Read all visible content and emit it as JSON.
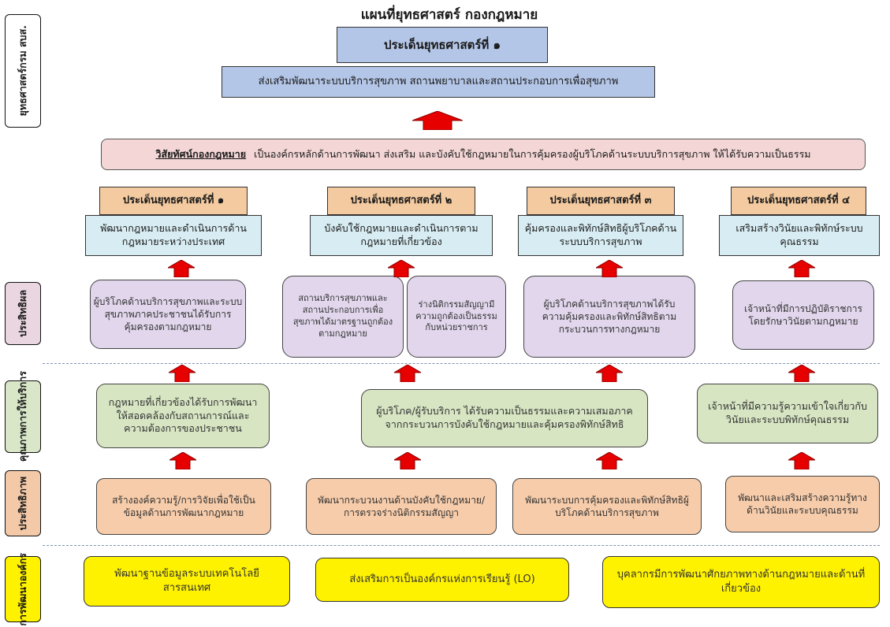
{
  "title": "แผนที่ยุทธศาสตร์ กองกฎหมาย",
  "side_labels": {
    "strategy": "ยุทธศาสตร์กรม สบส.",
    "effectiveness": "ประสิทธิผล",
    "service_quality": "คุณภาพการให้บริการ",
    "efficiency": "ประสิทธิภาพ",
    "org_development": "การพัฒนาองค์กร"
  },
  "department": {
    "issue_label": "ประเด็นยุทธศาสตร์ที่ ๑",
    "issue_text": "ส่งเสริมพัฒนาระบบบริการสุขภาพ สถานพยาบาลและสถานประกอบการเพื่อสุขภาพ"
  },
  "vision": {
    "label": "วิสัยทัศน์กองกฎหมาย",
    "text": "เป็นองค์กรหลักด้านการพัฒนา ส่งเสริม และบังคับใช้กฎหมายในการคุ้มครองผู้บริโภคด้านระบบบริการสุขภาพ ให้ได้รับความเป็นธรรม"
  },
  "issues": [
    {
      "label": "ประเด็นยุทธศาสตร์ที่ ๑",
      "text": "พัฒนากฎหมายและดำเนินการด้านกฎหมายระหว่างประเทศ"
    },
    {
      "label": "ประเด็นยุทธศาสตร์ที่ ๒",
      "text": "บังคับใช้กฎหมายและดำเนินการตามกฎหมายที่เกี่ยวข้อง"
    },
    {
      "label": "ประเด็นยุทธศาสตร์ที่ ๓",
      "text": "คุ้มครองและพิทักษ์สิทธิผู้บริโภคด้านระบบบริการสุขภาพ"
    },
    {
      "label": "ประเด็นยุทธศาสตร์ที่ ๔",
      "text": "เสริมสร้างวินัยและพิทักษ์ระบบคุณธรรม"
    }
  ],
  "effectiveness": [
    "ผู้บริโภคด้านบริการสุขภาพและระบบสุขภาพภาคประชาชนได้รับการคุ้มครองตามกฎหมาย",
    "สถานบริการสุขภาพและสถานประกอบการเพื่อสุขภาพได้มาตรฐานถูกต้องตามกฎหมาย",
    "ร่างนิติกรรมสัญญามีความถูกต้องเป็นธรรมกับหน่วยราชการ",
    "ผู้บริโภคด้านบริการสุขภาพได้รับความคุ้มครองและพิทักษ์สิทธิตามกระบวนการทางกฎหมาย",
    "เจ้าหน้าที่มีการปฏิบัติราชการ โดยรักษาวินัยตามกฎหมาย"
  ],
  "service_quality": [
    "กฎหมายที่เกี่ยวข้องได้รับการพัฒนาให้สอดคล้องกับสถานการณ์และความต้องการของประชาชน",
    "ผู้บริโภค/ผู้รับบริการ ได้รับความเป็นธรรมและความเสมอภาคจากกระบวนการบังคับใช้กฎหมายและคุ้มครองพิทักษ์สิทธิ",
    "เจ้าหน้าที่มีความรู้ความเข้าใจเกี่ยวกับวินัยและระบบพิทักษ์คุณธรรม"
  ],
  "efficiency": [
    "สร้างองค์ความรู้/การวิจัยเพื่อใช้เป็นข้อมูลด้านการพัฒนากฎหมาย",
    "พัฒนากระบวนงานด้านบังคับใช้กฎหมาย/การตรวจร่างนิติกรรมสัญญา",
    "พัฒนาระบบการคุ้มครองและพิทักษ์สิทธิผู้บริโภคด้านบริการสุขภาพ",
    "พัฒนาและเสริมสร้างความรู้ทางด้านวินัยและระบบคุณธรรม"
  ],
  "org_development": [
    "พัฒนาฐานข้อมูลระบบเทคโนโลยีสารสนเทศ",
    "ส่งเสริมการเป็นองค์กรแห่งการเรียนรู้ (LO)",
    "บุคลากรมีการพัฒนาศักยภาพทางด้านกฎหมายและด้านที่เกี่ยวข้อง"
  ],
  "colors": {
    "arrow": "#e60000",
    "header_blue": "#b4c6e7",
    "vision_pink": "#f4d6d6",
    "issue_orange": "#f4caa0",
    "issue_lightblue": "#d8edf3",
    "lavender": "#e1d6ec",
    "green": "#d7e5c3",
    "peach": "#f7ccaa",
    "yellow": "#fff200"
  }
}
